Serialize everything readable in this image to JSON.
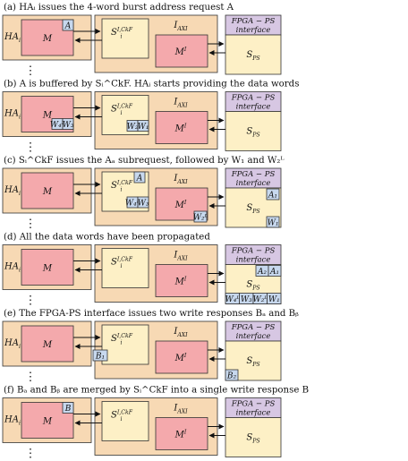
{
  "colors": {
    "ha_bg": "#f7d9b4",
    "m_box": "#f4a9ac",
    "iaxi_bg": "#f7d9b4",
    "mi_box": "#f4a9ac",
    "s_box": "#fdf0c6",
    "fpga_header": "#d7c7e3",
    "fpga_body": "#fdf0c6",
    "token": "#c7d8ee",
    "stroke": "#333333"
  },
  "labels": {
    "ha": "HA",
    "ha_sub": "i",
    "m": "M",
    "s": "S",
    "s_sub": "i",
    "s_sup": "I,CkF",
    "iaxi": "I",
    "iaxi_sub": "AXI",
    "mi": "M",
    "mi_sup": "I",
    "fpga_line1": "FPGA − PS",
    "fpga_line2": "interface",
    "sps": "S",
    "sps_sub": "PS",
    "dots": "⋮"
  },
  "panels": [
    {
      "id": "a",
      "caption": "(a) HAᵢ issues the 4-word burst address request A",
      "tokens_m": [
        "A"
      ],
      "tokens_s": [],
      "tokens_iaxi": [],
      "tokens_fpga": []
    },
    {
      "id": "b",
      "caption": "(b) A is buffered by Sᵢ^CkF. HAᵢ starts providing the data words",
      "tokens_m": [
        "W₄ᴸ",
        "W₃"
      ],
      "tokens_s": [
        "W₂",
        "W₁"
      ],
      "tokens_iaxi": [],
      "tokens_fpga": []
    },
    {
      "id": "c",
      "caption": "(c) Sᵢ^CkF issues the Aₐ subrequest, followed by W₁ and W₂ᴸ",
      "tokens_m": [],
      "tokens_s": [
        "A",
        "W₄ᴸ",
        "W₃"
      ],
      "tokens_iaxi": [
        "W₂ᴸ"
      ],
      "tokens_fpga": [
        "A₁",
        "W₁"
      ]
    },
    {
      "id": "d",
      "caption": "(d) All the data words have been propagated",
      "tokens_m": [],
      "tokens_s": [],
      "tokens_iaxi": [],
      "tokens_fpga": [
        "A₂",
        "A₁",
        "W₄ᴸ",
        "W₃",
        "W₂ᴸ",
        "W₁"
      ]
    },
    {
      "id": "e",
      "caption": "(e) The FPGA-PS interface issues two write responses Bₐ and Bᵦ",
      "tokens_m": [],
      "tokens_s": [
        "B₁"
      ],
      "tokens_iaxi": [],
      "tokens_fpga": [
        "B₂"
      ]
    },
    {
      "id": "f",
      "caption": "(f) Bₐ and Bᵦ are merged by Sᵢ^CkF into a single write response B",
      "tokens_m": [
        "B"
      ],
      "tokens_s": [],
      "tokens_iaxi": [],
      "tokens_fpga": []
    }
  ]
}
